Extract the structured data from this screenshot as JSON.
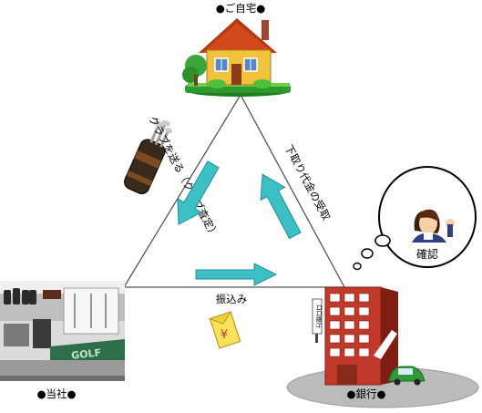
{
  "nodes": {
    "home": {
      "label": "●ご自宅●"
    },
    "company": {
      "label": "●当社●",
      "sign": "GOLF"
    },
    "bank": {
      "label": "●銀行●",
      "sign": "口口銀行"
    }
  },
  "edges": {
    "left": "クラブを送る（クラブ査定）",
    "right": "下取り代金の受取",
    "bottom": "振込み"
  },
  "bubble": {
    "label": "確認"
  },
  "envelope": {
    "symbol": "¥"
  },
  "colors": {
    "arrow": "#3cc0c4",
    "arrow_edge": "#1f8f94",
    "triangle": "#555555",
    "bank": "#c0392b"
  }
}
